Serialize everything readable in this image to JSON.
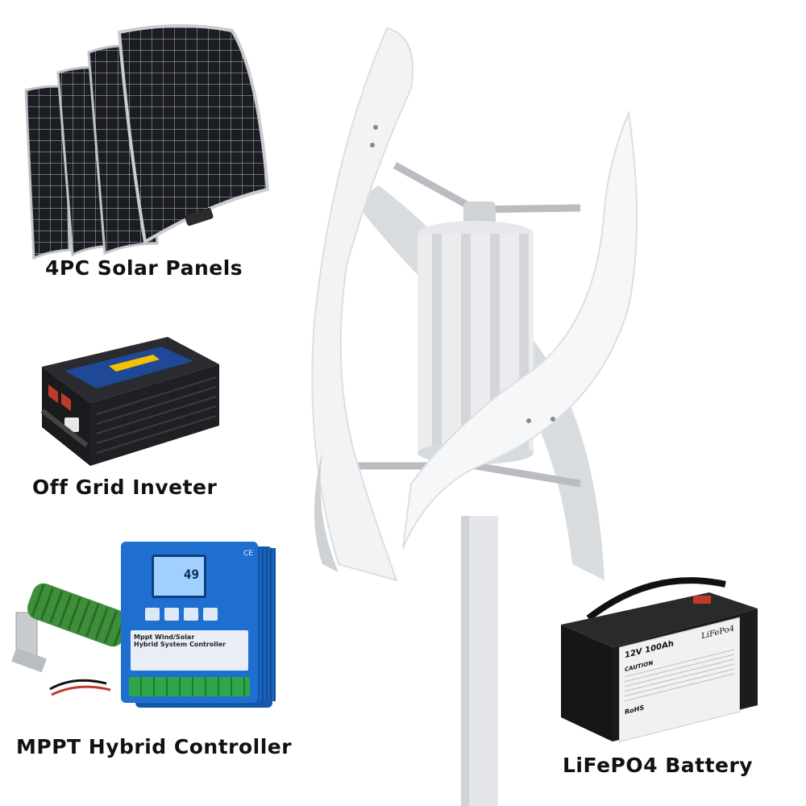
{
  "captions": {
    "solar": "4PC Solar Panels",
    "inverter": "Off Grid Inveter",
    "controller": "MPPT Hybrid Controller",
    "battery": "LiFePO4 Battery"
  },
  "controller_label": {
    "display": "49",
    "title_line1": "Mppt Wind/Solar",
    "title_line2": "Hybrid System Controller",
    "brand_mark": "CE"
  },
  "battery_label": {
    "spec": "12V 100Ah",
    "chemistry": "LiFePo4",
    "caution": "CAUTION",
    "rohs": "RoHS"
  },
  "colors": {
    "turbine_white": "#f2f3f5",
    "pole_gray": "#e4e6e9",
    "solar_cell": "#1b1d22",
    "controller_blue": "#1f6fd1",
    "resistor_green": "#3d8f3a",
    "battery_black": "#1a1a1a"
  }
}
